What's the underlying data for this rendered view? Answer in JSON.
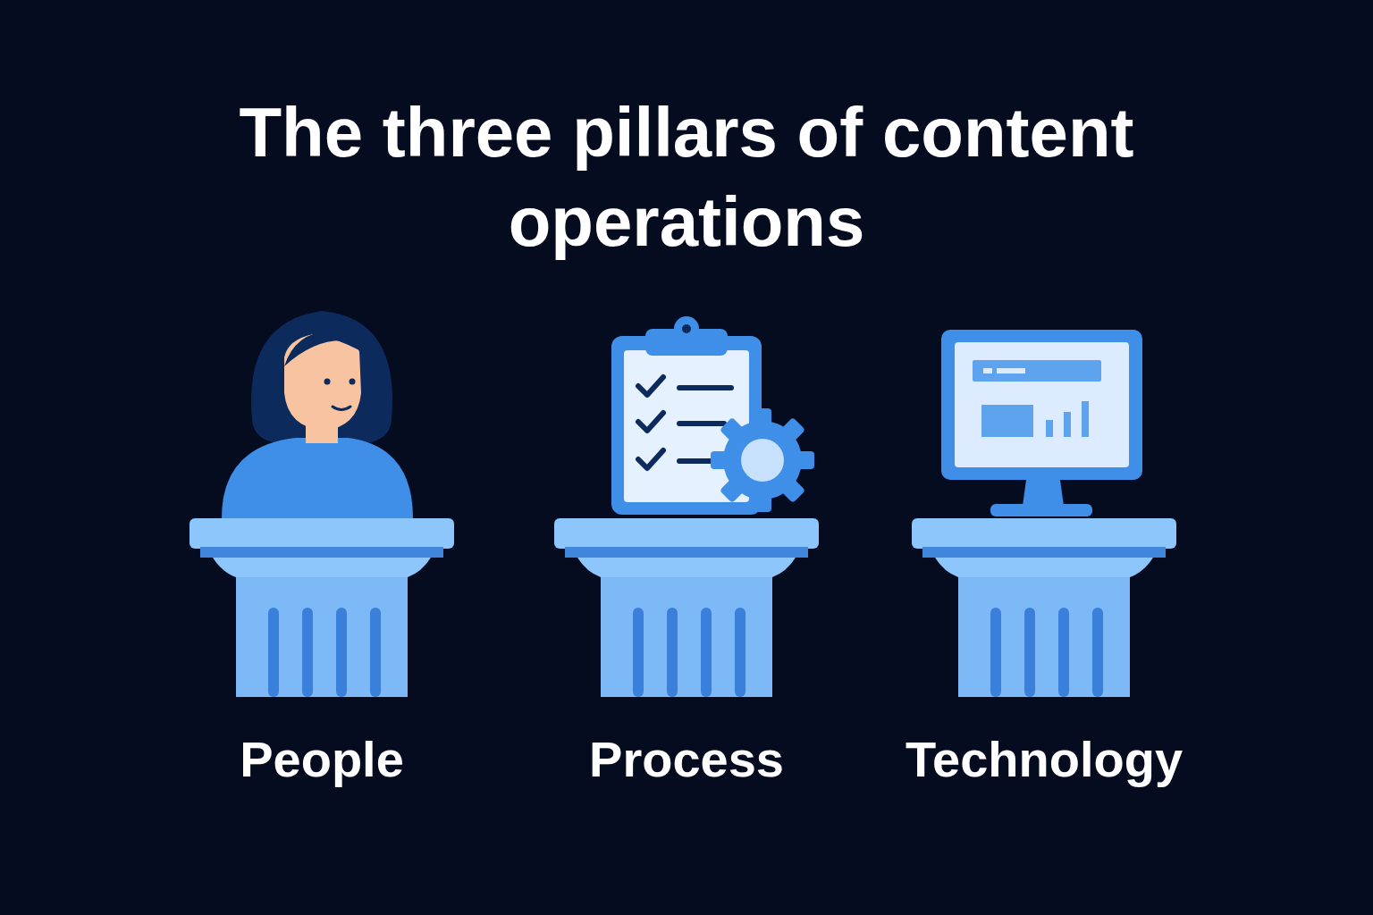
{
  "diagram": {
    "title": "The three pillars of content operations",
    "nodes": [
      {
        "text": [
          "People"
        ]
      },
      {
        "text": [
          "Process"
        ]
      },
      {
        "text": [
          "Technology"
        ]
      }
    ]
  }
}
